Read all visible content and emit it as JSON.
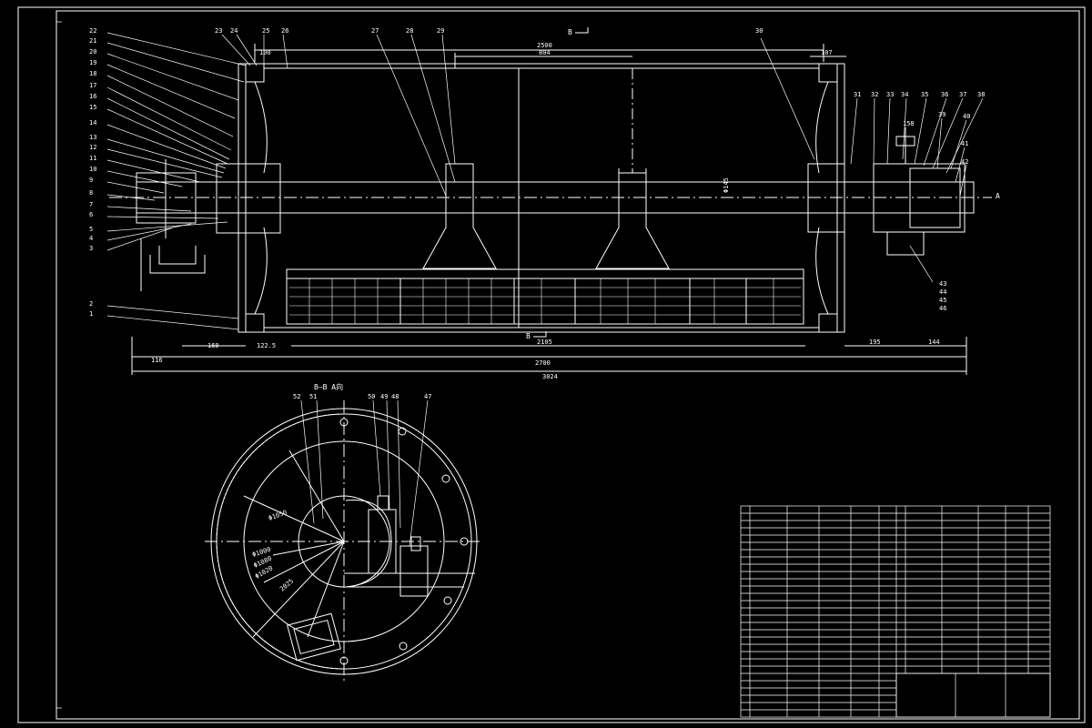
{
  "colors": {
    "background": "#000000",
    "line": "#ffffff",
    "accent": "#ffff00"
  },
  "section_marks": {
    "top": "B",
    "bottom": "B",
    "right": "A",
    "view_label": "B–B  A向"
  },
  "balloons_left": [
    "22",
    "21",
    "20",
    "19",
    "18",
    "17",
    "16",
    "15",
    "14",
    "13",
    "12",
    "11",
    "10",
    "9",
    "8",
    "7",
    "6",
    "5",
    "4",
    "3",
    "2",
    "1"
  ],
  "balloons_top": [
    "23",
    "24",
    "25",
    "26",
    "27",
    "28",
    "29",
    "30"
  ],
  "balloons_right": [
    "31",
    "32",
    "33",
    "34",
    "35",
    "36",
    "37",
    "38",
    "39",
    "40",
    "41",
    "42"
  ],
  "balloons_right_low": [
    "43",
    "44",
    "45",
    "46"
  ],
  "balloons_view": [
    "52",
    "51",
    "50",
    "49",
    "48",
    "47"
  ],
  "dimensions": {
    "top_overall": "2500",
    "top_inner": "804",
    "top_left_small": "100",
    "top_right_small": "107",
    "bottom_overall": "3024",
    "bottom_mid": "2700",
    "bottom_inner": "2105",
    "bottom_left_1": "116",
    "bottom_left_2": "160",
    "bottom_left_3": "122.5",
    "bottom_right_1": "195",
    "bottom_right_2": "144",
    "shaft_dia": "Φ145",
    "right_small": "158"
  },
  "view_dims": [
    "Φ1050",
    "Φ1000",
    "Φ1080",
    "Φ1020",
    "2025"
  ]
}
